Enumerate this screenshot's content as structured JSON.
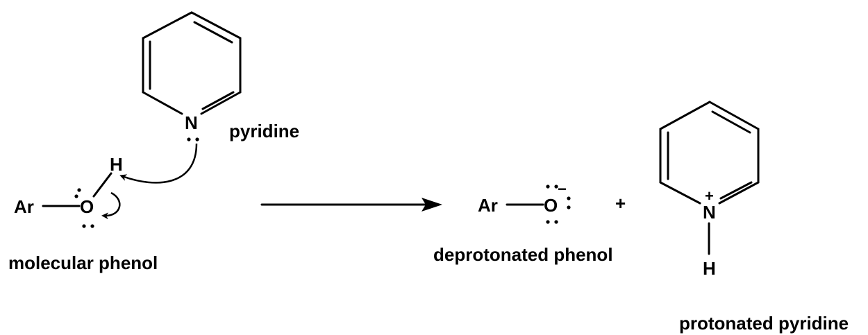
{
  "reactants": {
    "pyridine": {
      "label": "pyridine",
      "n_atom": "N"
    },
    "phenol": {
      "label": "molecular phenol",
      "ar": "Ar",
      "o_atom": "O",
      "h_atom": "H"
    }
  },
  "products": {
    "phenoxide": {
      "label": "deprotonated phenol",
      "ar": "Ar",
      "o_atom": "O",
      "charge": "−"
    },
    "plus": "+",
    "pyridinium": {
      "label": "protonated pyridine",
      "n_atom": "N",
      "h_atom": "H",
      "charge": "+"
    }
  }
}
